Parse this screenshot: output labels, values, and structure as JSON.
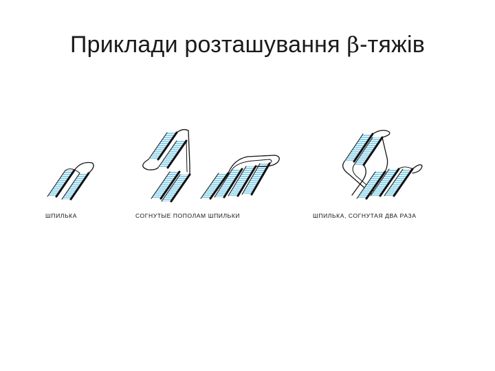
{
  "slide": {
    "title_text": "Приклади розташування ",
    "title_symbol": "β",
    "title_suffix": "-тяжів"
  },
  "diagrams": {
    "hairpin_caption": "ШПИЛЬКА",
    "double_hairpin_caption": "СОГНУТЫЕ ПОПОЛАМ ШПИЛЬКИ",
    "bent_hairpin_caption": "ШПИЛЬКА, СОГНУТАЯ ДВА РАЗА"
  },
  "colors": {
    "strand_fill": "#8fd3ea",
    "outline": "#111111",
    "background": "#ffffff"
  }
}
